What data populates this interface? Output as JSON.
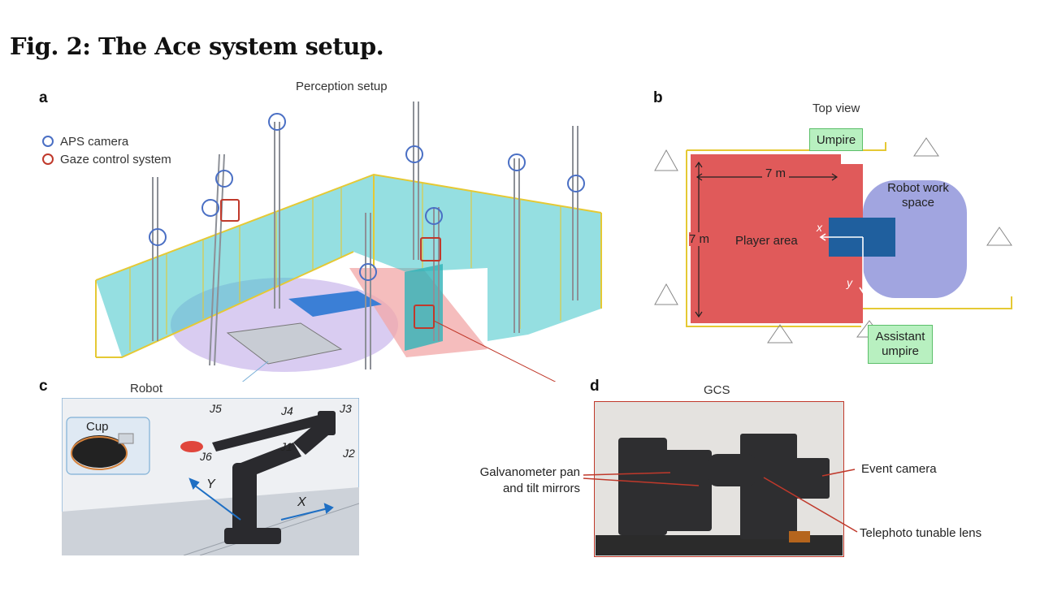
{
  "figure": {
    "title": "Fig. 2: The Ace system setup."
  },
  "panels": {
    "a": {
      "letter": "a",
      "caption": "Perception setup",
      "legend": [
        {
          "label": "APS camera",
          "color": "#4a6fc4"
        },
        {
          "label": "Gaze control system",
          "color": "#c0392b"
        }
      ]
    },
    "b": {
      "letter": "b",
      "caption": "Top view",
      "labels": {
        "umpire": "Umpire",
        "width": "7 m",
        "height": "7 m",
        "player_area": "Player area",
        "robot_work_space": "Robot work space",
        "axis_x": "x",
        "axis_y": "y",
        "assistant_umpire": "Assistant umpire"
      }
    },
    "c": {
      "letter": "c",
      "caption": "Robot",
      "labels": {
        "cup": "Cup",
        "joints": [
          "J5",
          "J4",
          "J3",
          "J1",
          "J2",
          "J6"
        ],
        "axis_x": "X",
        "axis_y": "Y"
      }
    },
    "d": {
      "letter": "d",
      "caption": "GCS",
      "labels": {
        "mirrors": "Galvanometer pan and tilt mirrors",
        "event_camera": "Event camera",
        "lens": "Telephoto tunable lens"
      }
    }
  },
  "colors": {
    "aps": "#4a6fc4",
    "gcs": "#c0392b",
    "wall": "#3ec4c8",
    "frame": "#e5c934",
    "player_area": "#e05a5a",
    "robot_space": "#8a8fd8",
    "umpire_box": "#b8f0c0"
  }
}
